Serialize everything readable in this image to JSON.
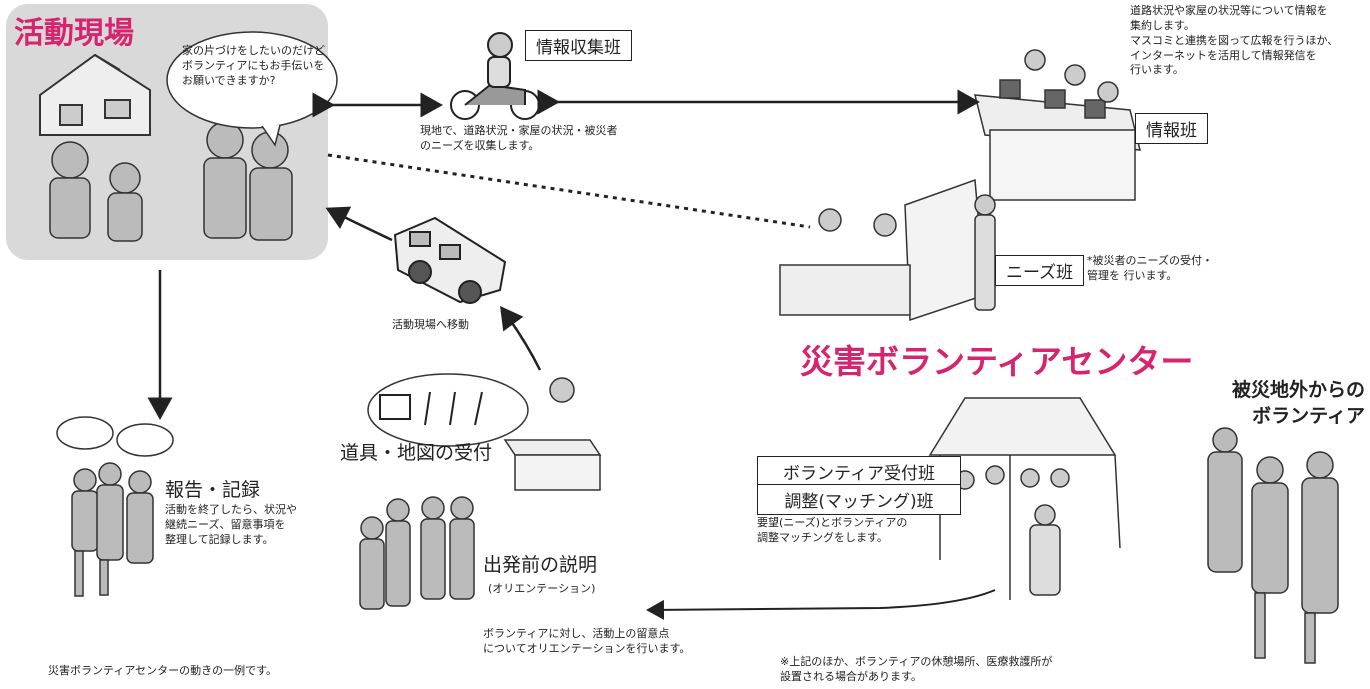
{
  "scene": {
    "site_title": "活動現場",
    "site_speech": "家の片づけをしたいのだけど ボランティアにもお手伝いを お願いできますか?",
    "info_collect_label": "情報収集班",
    "info_collect_desc": "現地で、道路状況・家屋の状況・被災者\nのニーズを収集します。",
    "info_team_label": "情報班",
    "info_team_desc": "道路状況や家屋の状況等について情報を\n集約します。\nマスコミと連携を図って広報を行うほか、\nインターネットを活用して情報発信を\n行います。",
    "needs_team_label": "ニーズ班",
    "needs_team_desc": "*被災者のニーズの受付・\n管理を 行います。",
    "move_label": "活動現場へ移動",
    "center_title": "災害ボランティアセンター",
    "outside_volunteer": "被災地外からの\nボランティア",
    "reception_label": "ボランティア受付班",
    "matching_label": "調整(マッチング)班",
    "matching_desc": "要望(ニーズ)とボランティアの\n調整マッチングをします。",
    "tools_label": "道具・地図の受付",
    "report_title": "報告・記録",
    "report_desc": "活動を終了したら、状況や\n継続ニーズ、留意事項を\n整理して記録します。",
    "orientation_title": "出発前の説明",
    "orientation_sub": "(オリエンテーション)",
    "orientation_desc": "ボランティアに対し、活動上の留意点\nについてオリエンテーションを行います。",
    "footer_left": "災害ボランティアセンターの動きの一例です。",
    "footer_right": "※上記のほか、ボランティアの休憩場所、医療救護所が\n設置される場合があります。"
  },
  "colors": {
    "accent_magenta": "#d6246e",
    "panel_gray": "#d9d9d9",
    "line": "#222222"
  }
}
